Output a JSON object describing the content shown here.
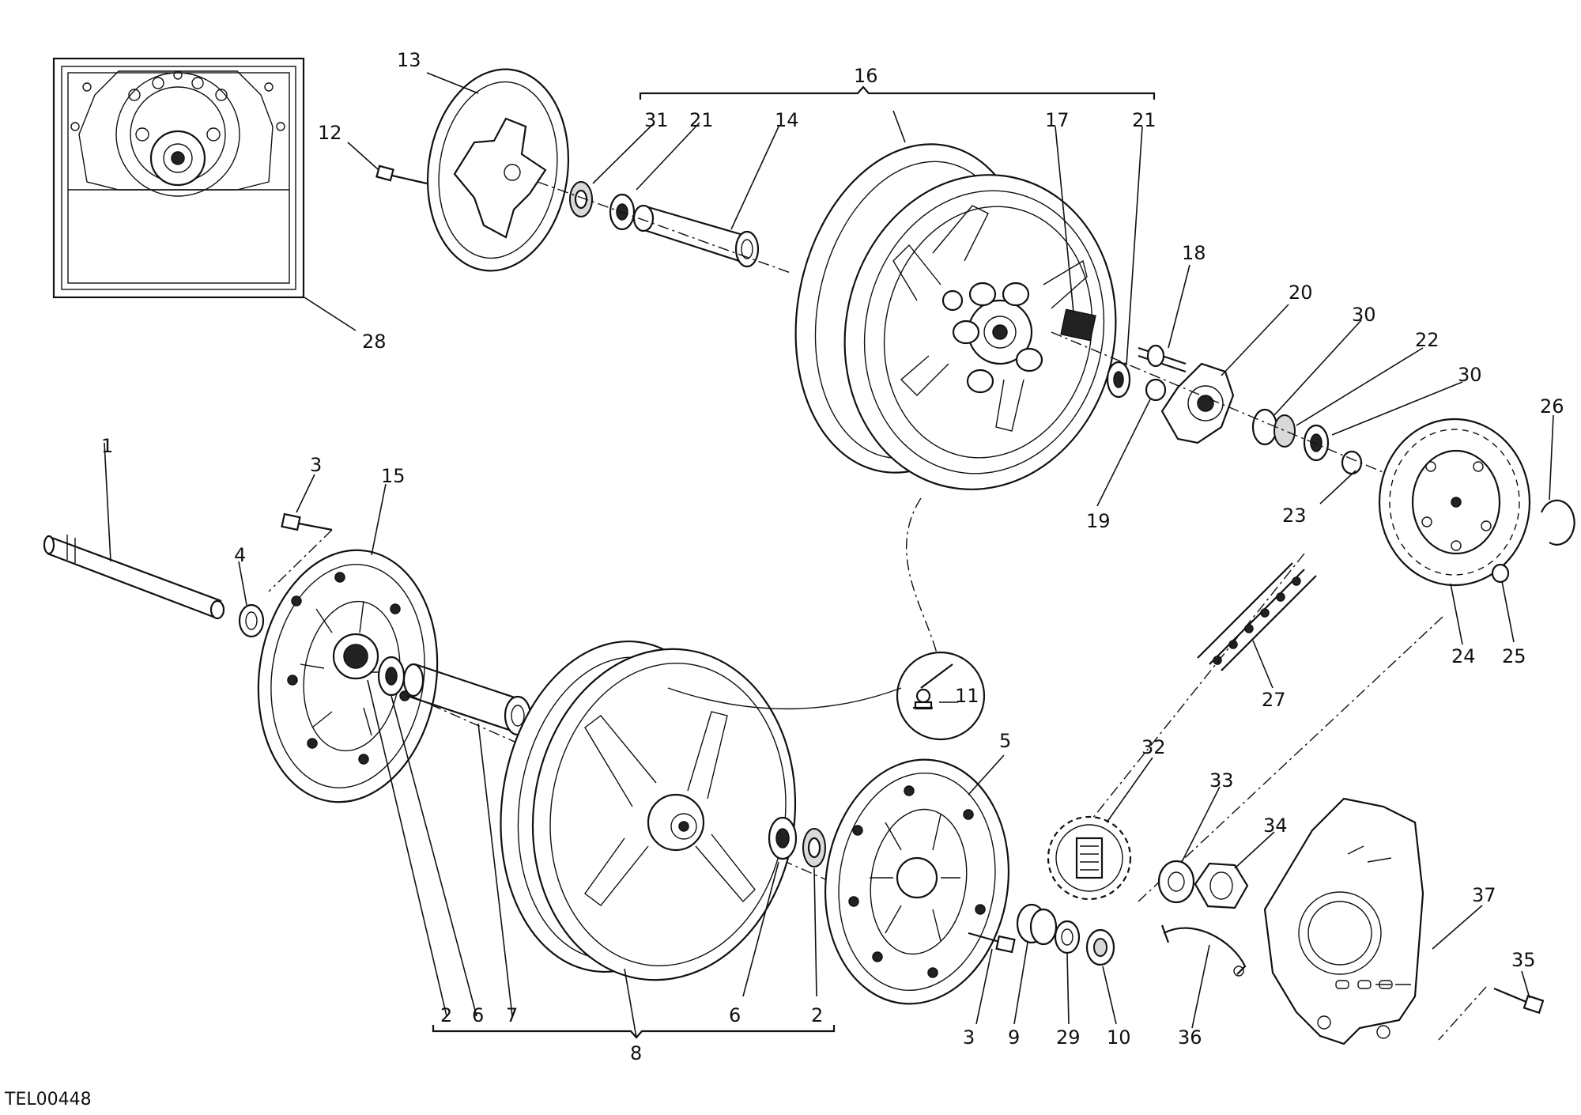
{
  "drawing_code": "TEL00448",
  "callouts": {
    "c1": "1",
    "c2a": "2",
    "c2b": "2",
    "c3a": "3",
    "c3b": "3",
    "c4": "4",
    "c5": "5",
    "c6a": "6",
    "c6b": "6",
    "c7": "7",
    "c8": "8",
    "c9": "9",
    "c10": "10",
    "c11": "11",
    "c12": "12",
    "c13": "13",
    "c14": "14",
    "c15": "15",
    "c16": "16",
    "c17": "17",
    "c18": "18",
    "c19": "19",
    "c20": "20",
    "c21a": "21",
    "c21b": "21",
    "c22": "22",
    "c23": "23",
    "c24": "24",
    "c25": "25",
    "c26": "26",
    "c27": "27",
    "c28": "28",
    "c29": "29",
    "c30a": "30",
    "c30b": "30",
    "c31": "31",
    "c32": "32",
    "c33": "33",
    "c34": "34",
    "c35": "35",
    "c36": "36",
    "c37": "37"
  }
}
